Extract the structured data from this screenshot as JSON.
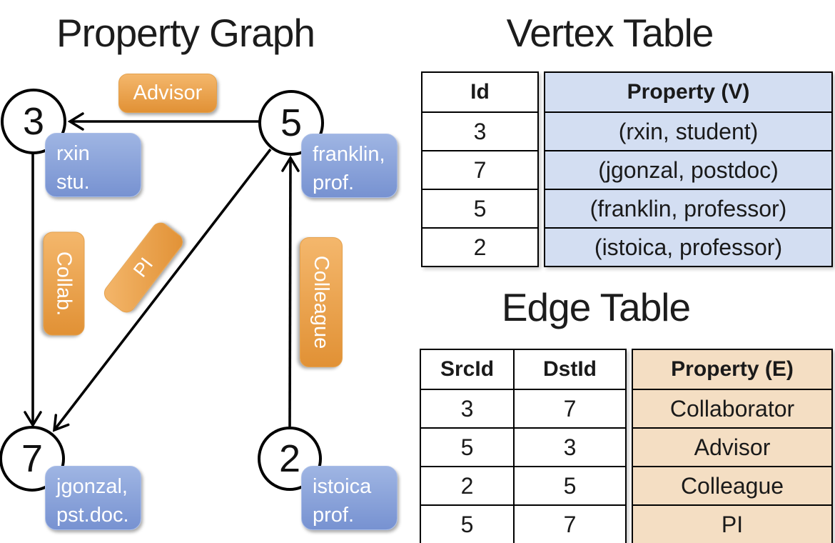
{
  "left": {
    "title": "Property Graph",
    "nodes": [
      {
        "id": "3",
        "prop_lines": [
          "rxin",
          "stu."
        ]
      },
      {
        "id": "5",
        "prop_lines": [
          "franklin,",
          "prof."
        ]
      },
      {
        "id": "7",
        "prop_lines": [
          "jgonzal,",
          "pst.doc."
        ]
      },
      {
        "id": "2",
        "prop_lines": [
          "istoica",
          "prof."
        ]
      }
    ],
    "edges": [
      {
        "src": "5",
        "dst": "3",
        "label": "Advisor"
      },
      {
        "src": "3",
        "dst": "7",
        "label": "Collab."
      },
      {
        "src": "5",
        "dst": "7",
        "label": "PI"
      },
      {
        "src": "2",
        "dst": "5",
        "label": "Colleague"
      }
    ]
  },
  "vertex_table": {
    "title": "Vertex Table",
    "columns": [
      "Id",
      "Property (V)"
    ],
    "rows": [
      [
        "3",
        "(rxin, student)"
      ],
      [
        "7",
        "(jgonzal, postdoc)"
      ],
      [
        "5",
        "(franklin, professor)"
      ],
      [
        "2",
        "(istoica, professor)"
      ]
    ]
  },
  "edge_table": {
    "title": "Edge Table",
    "columns": [
      "SrcId",
      "DstId",
      "Property (E)"
    ],
    "rows": [
      [
        "3",
        "7",
        "Collaborator"
      ],
      [
        "5",
        "3",
        "Advisor"
      ],
      [
        "2",
        "5",
        "Colleague"
      ],
      [
        "5",
        "7",
        "PI"
      ]
    ]
  },
  "colors": {
    "edge_label_orange_top": "#f4b76c",
    "edge_label_orange_bottom": "#e19135",
    "vertex_label_blue_top": "#9fb5e3",
    "vertex_label_blue_bottom": "#7792d1",
    "vertex_column_fill": "#d3def2",
    "edge_column_fill": "#f4dec3",
    "line_color": "#000000",
    "background": "#ffffff"
  }
}
